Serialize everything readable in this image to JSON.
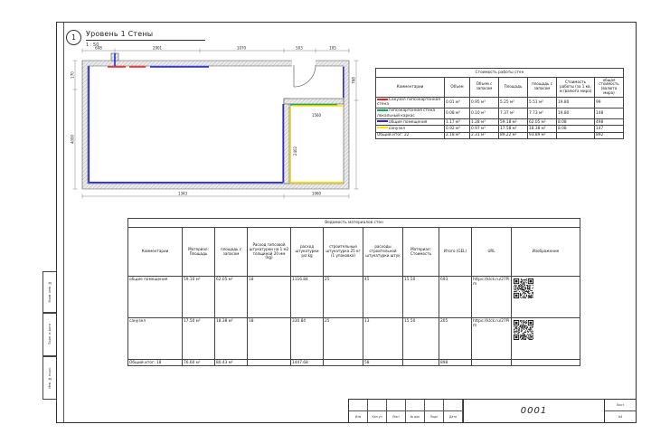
{
  "sheet": {
    "view_number": "1",
    "view_title": "Уровень 1 Стены",
    "view_scale": "1 : 50",
    "doc_number": "0001",
    "titleblock_labels": [
      "Изм",
      "Кол.уч",
      "Лист",
      "№ док",
      "Подп",
      "Дата"
    ],
    "sheet_label": "Лист",
    "format_label": "А4",
    "side_strips": [
      "Взам. инв. №",
      "Подп. и дата",
      "Инв. № подл."
    ]
  },
  "plan": {
    "dims": [
      "608",
      "2901",
      "1070",
      "503",
      "105",
      "170",
      "4000",
      "768",
      "1560",
      "2402",
      "1343",
      "1060"
    ],
    "colors": {
      "red": "#ff2020",
      "green": "#00b050",
      "blue": "#2424ff",
      "yellow": "#ffe000"
    }
  },
  "cost_table": {
    "title": "Стоимость работы стен",
    "col_comment": "Комментарии",
    "col_volume": "Объем",
    "col_volume_reserve": "Объем с запасом",
    "col_area": "Площадь",
    "col_area_reserve": "площадь с запасом",
    "col_rate": "Стоимость работы (за 1 кв. м (валюта мира)",
    "col_total": "общая стоимость (валюта мира)",
    "rows": [
      {
        "swatch": "#ff2020",
        "comment": "Санузел гипсокартонная стена",
        "volume": "0.01 м³",
        "volume_reserve": "0.95 м³",
        "area": "5.25 м²",
        "area_reserve": "5.51 м²",
        "rate": "19.80",
        "total": "99"
      },
      {
        "swatch": "#00b050",
        "comment": "гипсокартонная стена локальный каркас",
        "volume": "0.08 м³",
        "volume_reserve": "0.10 м³",
        "area": "7.37 м²",
        "area_reserve": "7.73 м²",
        "rate": "19.80",
        "total": "148"
      },
      {
        "swatch": "#2424ff",
        "comment": "общие помещения",
        "volume": "1.17 м³",
        "volume_reserve": "1.28 м³",
        "area": "59.18 м²",
        "area_reserve": "62.05 м²",
        "rate": "8.08",
        "total": "498"
      },
      {
        "swatch": "#ffe000",
        "comment": "санузел",
        "volume": "0.92 м³",
        "volume_reserve": "0.97 м³",
        "area": "17.58 м²",
        "area_reserve": "18.38 м²",
        "rate": "8.08",
        "total": "147"
      }
    ],
    "total_row": {
      "comment": "Общий итог: 22",
      "volume": "2.18 м³",
      "volume_reserve": "2.31 м³",
      "area": "89.22 м²",
      "area_reserve": "93.89 м²",
      "rate": "",
      "total": "892"
    }
  },
  "materials_table": {
    "title": "Ведомость материалов стен",
    "columns": {
      "comment": "Комментарии",
      "area": "Материал: Площадь",
      "area_reserve": "площадь с запасом",
      "consumption_per": "Расход гипсовой штукатурки на 1 м2 толщиной 20 мм (kg)",
      "consumption": "расход штукатурки psr.kg",
      "pack": "строительные штукатурка 25 кг (1 упаковка)",
      "packs_count": "расходы строительной штукатурки штук",
      "cost": "Материал: Стоимость",
      "total": "Итого (GEL)",
      "url": "URL",
      "image": "Изображение"
    },
    "rows": [
      {
        "comment": "общие помещения",
        "area": "59.10 м²",
        "area_reserve": "62.05 м²",
        "consumption_per": "18",
        "consumption": "1116.84",
        "pack": "25",
        "packs_count": "45",
        "cost": "15.50",
        "total": "693",
        "url": "https://klck.ru/27Pim"
      },
      {
        "comment": "санузел",
        "area": "17.50 м²",
        "area_reserve": "18.38 м²",
        "consumption_per": "18",
        "consumption": "330.84",
        "pack": "25",
        "packs_count": "13",
        "cost": "15.50",
        "total": "205",
        "url": "https://klck.ru/27Pim"
      }
    ],
    "total_row": {
      "comment": "Общий итог: 18",
      "area": "76.60 м²",
      "area_reserve": "80.43 м²",
      "consumption": "1447.68",
      "packs_count": "58",
      "total": "898"
    }
  }
}
